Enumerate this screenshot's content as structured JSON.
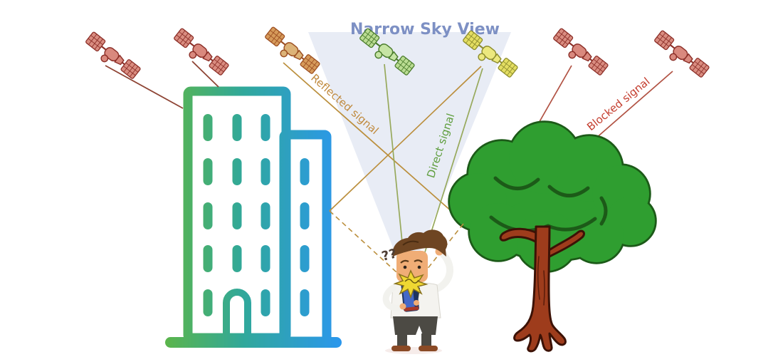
{
  "title": {
    "text": "Narrow Sky View",
    "color": "#7d90c4"
  },
  "signals": {
    "reflected": {
      "label": "Reflected signal",
      "color": "#c08a3e"
    },
    "direct": {
      "label": "Direct signal",
      "color": "#5f9e3e"
    },
    "blocked": {
      "label": "Blocked signal",
      "color": "#c43d2e"
    }
  },
  "person": {
    "question_marks": "??"
  },
  "satellites": [
    {
      "name": "satellite-red-far-left",
      "color": "#d9897e"
    },
    {
      "name": "satellite-red-left",
      "color": "#d9897e"
    },
    {
      "name": "satellite-orange",
      "color": "#d69a5a"
    },
    {
      "name": "satellite-green",
      "color": "#badc92"
    },
    {
      "name": "satellite-yellow",
      "color": "#e4de62"
    },
    {
      "name": "satellite-red-right",
      "color": "#d9897e"
    },
    {
      "name": "satellite-red-far-right",
      "color": "#d9897e"
    }
  ],
  "scene": {
    "sky_cone_fill": "#e8ecf5",
    "building_gradient_start": "#5bb54b",
    "building_gradient_end": "#2b97ec",
    "tree_canopy_color": "#2f9e30",
    "tree_trunk_color": "#9e3c1c"
  }
}
